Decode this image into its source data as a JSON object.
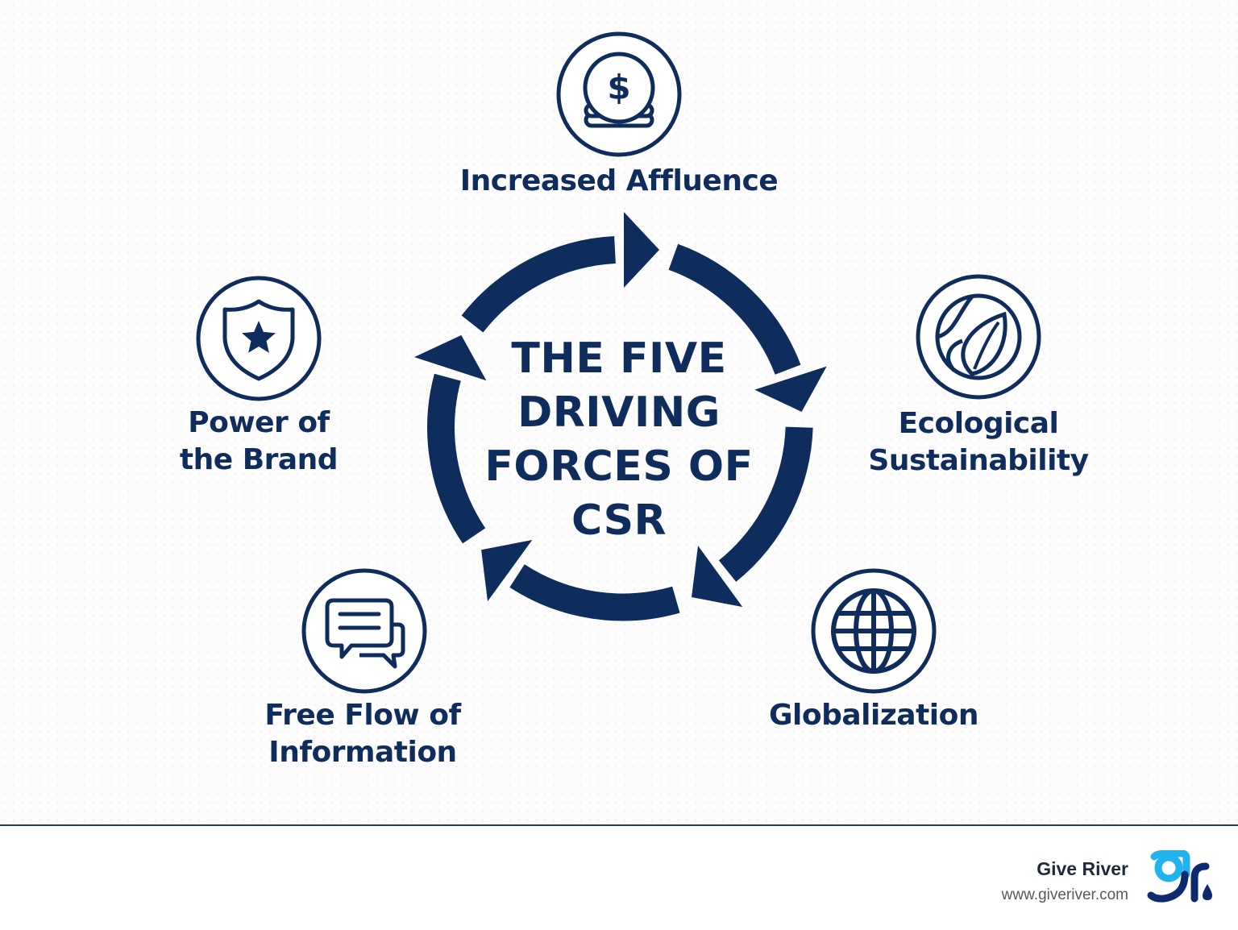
{
  "title_lines": [
    "THE FIVE",
    "DRIVING",
    "FORCES OF",
    "CSR"
  ],
  "forces": [
    {
      "id": "affluence",
      "icon": "coin-dollar-icon",
      "lines": [
        "Increased Affluence"
      ]
    },
    {
      "id": "ecology",
      "icon": "leaf-globe-icon",
      "lines": [
        "Ecological",
        "Sustainability"
      ]
    },
    {
      "id": "globalization",
      "icon": "globe-icon",
      "lines": [
        "Globalization"
      ]
    },
    {
      "id": "information",
      "icon": "chat-bubbles-icon",
      "lines": [
        "Free Flow of",
        "Information"
      ]
    },
    {
      "id": "brand",
      "icon": "shield-star-icon",
      "lines": [
        "Power of",
        "the Brand"
      ]
    }
  ],
  "footer": {
    "brand_name": "Give River",
    "brand_url": "www.giveriver.com",
    "logo_icon": "give-river-logo-icon"
  },
  "colors": {
    "primary": "#0f2d5c",
    "logo_navy": "#0d2a6e",
    "logo_cyan": "#22b2ee",
    "background": "#fcfcfc",
    "footer_text": "#1e2a3a"
  }
}
